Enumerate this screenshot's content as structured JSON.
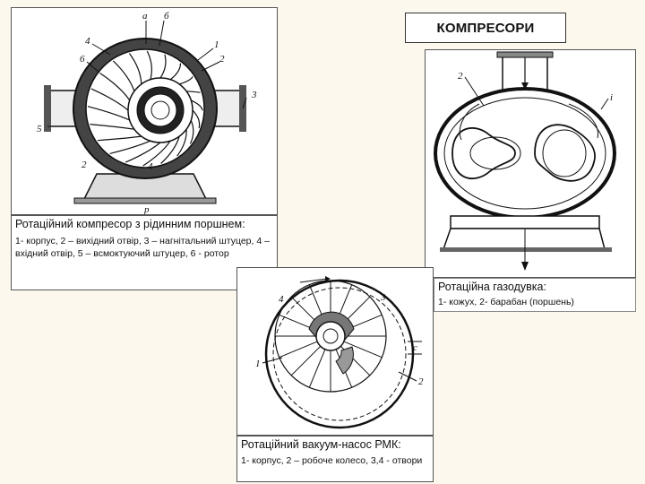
{
  "page": {
    "title": "КОМПРЕСОРИ"
  },
  "figure1": {
    "caption_title": "Ротаційний компресор з рідинним поршнем:",
    "caption_desc": "1- корпус, 2 – вихідний отвір, 3 – нагнітальний штуцер, 4 – вхідний отвір, 5 – всмоктуючий штуцер, 6 - ротор",
    "labels": {
      "a": "а",
      "b": "б",
      "n1": "1",
      "n2": "2",
      "n3": "3",
      "n4": "4",
      "n5": "5",
      "n6": "6",
      "n2b": "2",
      "n4b": "4",
      "p": "р"
    }
  },
  "figure2": {
    "caption_title": "Ротаційна газодувка:",
    "caption_desc": "1- кожух, 2- барабан (поршень)",
    "labels": {
      "n2": "2",
      "n1": "i"
    }
  },
  "figure3": {
    "caption_title": "Ротаційний вакуум-насос РМК:",
    "caption_desc": "1- корпус, 2 – робоче колесо, 3,4 - отвори",
    "labels": {
      "n4": "4",
      "n3": "3",
      "n1": "1",
      "n2": "2",
      "c": "с"
    }
  }
}
